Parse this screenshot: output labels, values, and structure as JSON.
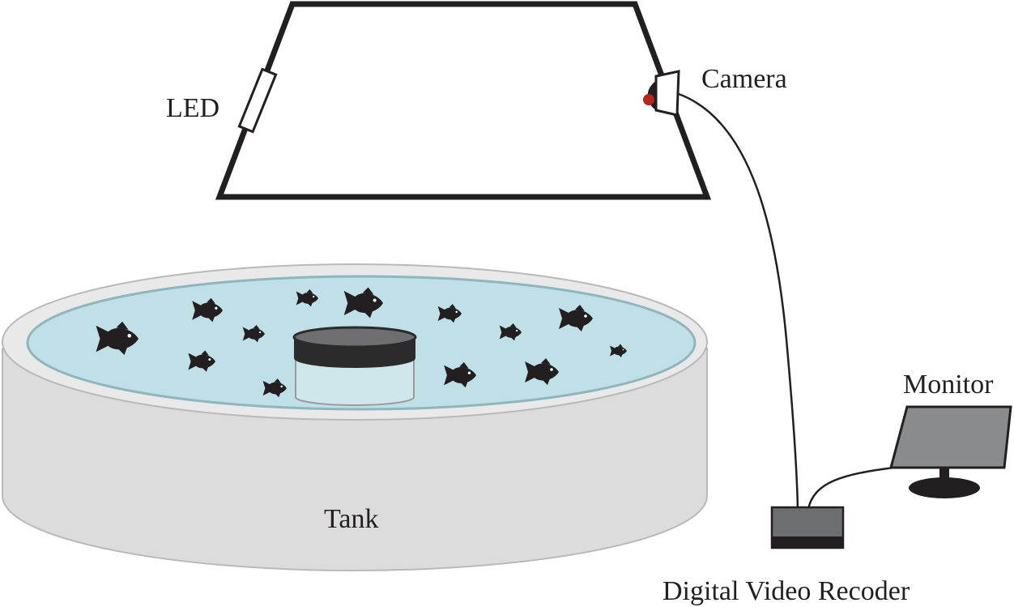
{
  "labels": {
    "led": "LED",
    "camera": "Camera",
    "tank": "Tank",
    "monitor": "Monitor",
    "recorder": "Digital Video Recoder"
  },
  "colors": {
    "outline": "#231f20",
    "water": "#bfe0e6",
    "water_edge": "#8fb6bd",
    "tank_wall": "#dcdcdd",
    "tank_rim": "#e9e9ea",
    "tank_edge": "#b9b9bb",
    "fish": "#231f20",
    "cylinder_top": "#2b2b2b",
    "cylinder_band": "#6e6e70",
    "recorder_body": "#6d6e71",
    "monitor_screen": "#8a8b8d",
    "camera_lens": "#b3261e"
  }
}
